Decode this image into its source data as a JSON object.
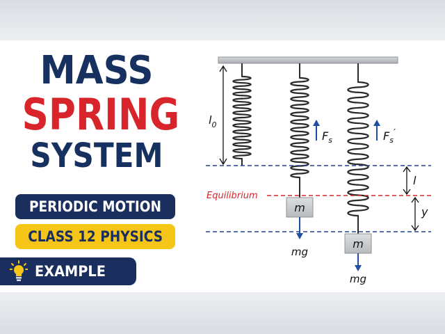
{
  "title": {
    "line1": "MASS",
    "line2": "SPRING",
    "line3": "SYSTEM"
  },
  "badges": {
    "topic": "PERIODIC MOTION",
    "class_label": "CLASS 12 PHYSICS",
    "example": "EXAMPLE"
  },
  "diagram": {
    "natural_length_label": "l",
    "natural_length_sub": "0",
    "spring_force_label": "F",
    "spring_force_sub": "s",
    "spring_force2_label": "F",
    "spring_force2_sub": "s",
    "spring_force2_prime": "′",
    "equilibrium_label": "Equilibrium",
    "extension_label": "l",
    "displacement_label": "y",
    "mass_label": "m",
    "weight_label": "mg"
  },
  "colors": {
    "navy": "#16305f",
    "red": "#d8252b",
    "yellow": "#f5c518",
    "dashed_blue": "#23408e",
    "dashed_red": "#d8252b",
    "arrow_blue": "#1f4da3",
    "ceiling": "#b9bdc2"
  }
}
